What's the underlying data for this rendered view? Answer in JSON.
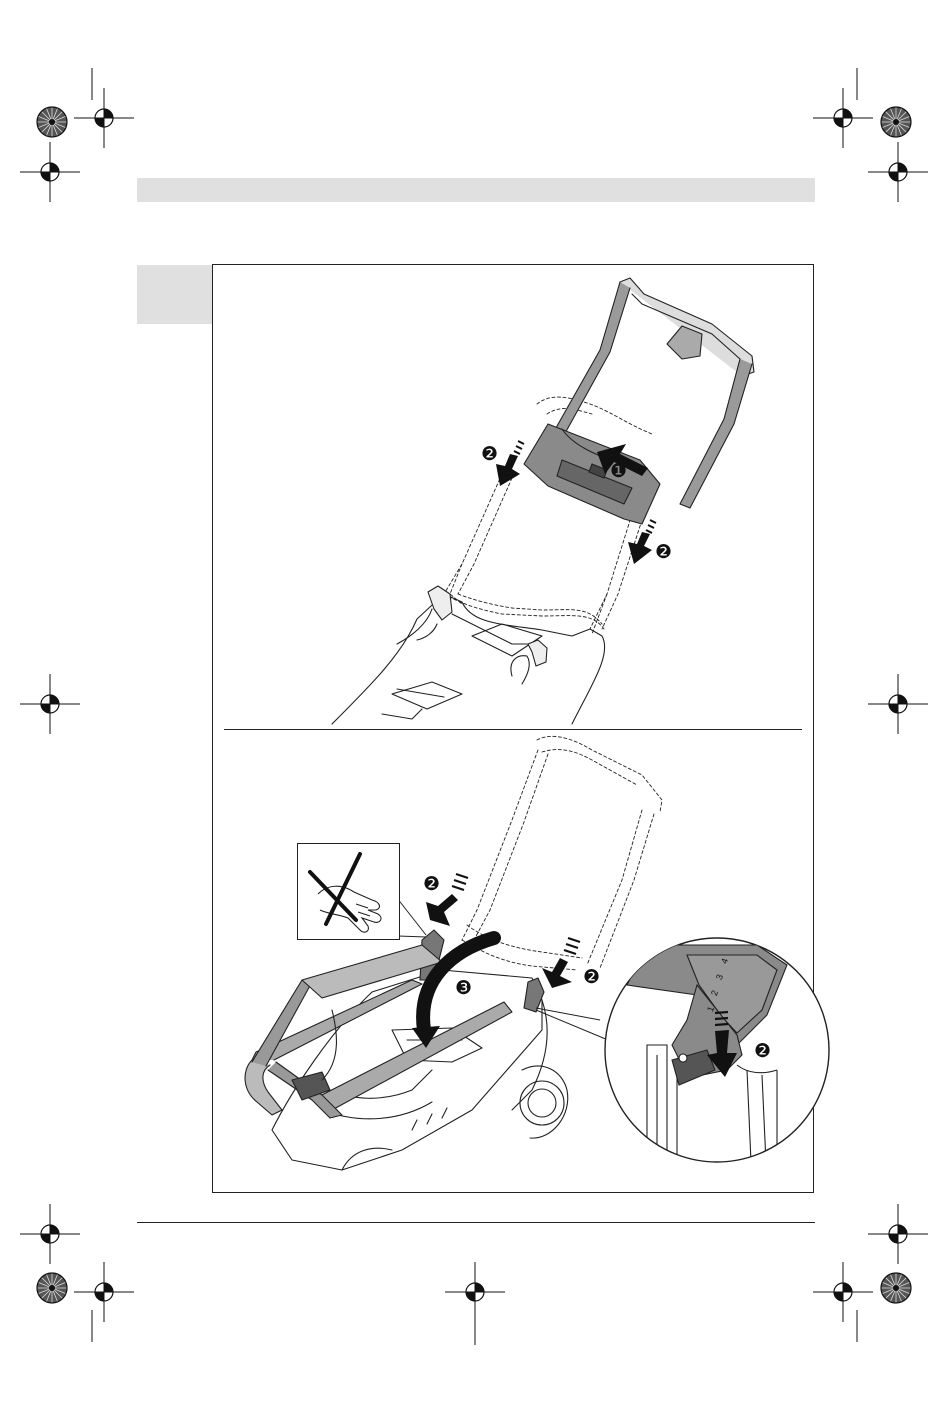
{
  "page": {
    "header_band_text": "",
    "step_tab_text": ""
  },
  "callouts": {
    "top": [
      {
        "number": "1",
        "label": "❶"
      },
      {
        "number": "2",
        "label": "❷"
      },
      {
        "number": "2",
        "label": "❷"
      }
    ],
    "bottom": [
      {
        "number": "2",
        "label": "❷"
      },
      {
        "number": "2",
        "label": "❷"
      },
      {
        "number": "3",
        "label": "❸"
      },
      {
        "number": "2",
        "label": "❷"
      }
    ]
  },
  "detail_scale": [
    "1",
    "2",
    "3",
    "4"
  ],
  "icons": {
    "registration": "registration-mark-icon",
    "color_target": "color-target-icon",
    "warning_cross": "no-hand-icon"
  },
  "colors": {
    "handle_gray": "#8a8a8a",
    "band_gray": "#e0e0e0",
    "line": "#222222"
  }
}
